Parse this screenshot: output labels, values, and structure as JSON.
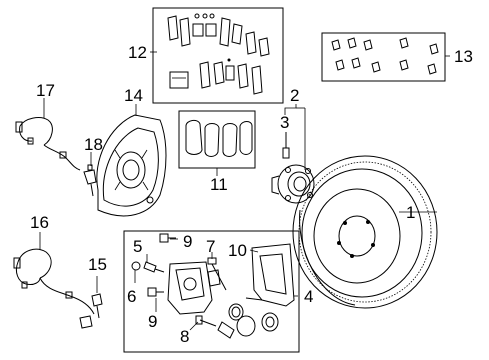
{
  "callouts": {
    "c1": "1",
    "c2": "2",
    "c3": "3",
    "c4": "4",
    "c5": "5",
    "c6": "6",
    "c7": "7",
    "c8": "8",
    "c9a": "9",
    "c9b": "9",
    "c10": "10",
    "c11": "11",
    "c12": "12",
    "c13": "13",
    "c14": "14",
    "c15": "15",
    "c16": "16",
    "c17": "17",
    "c18": "18"
  },
  "colors": {
    "line": "#000000",
    "background": "#ffffff"
  }
}
